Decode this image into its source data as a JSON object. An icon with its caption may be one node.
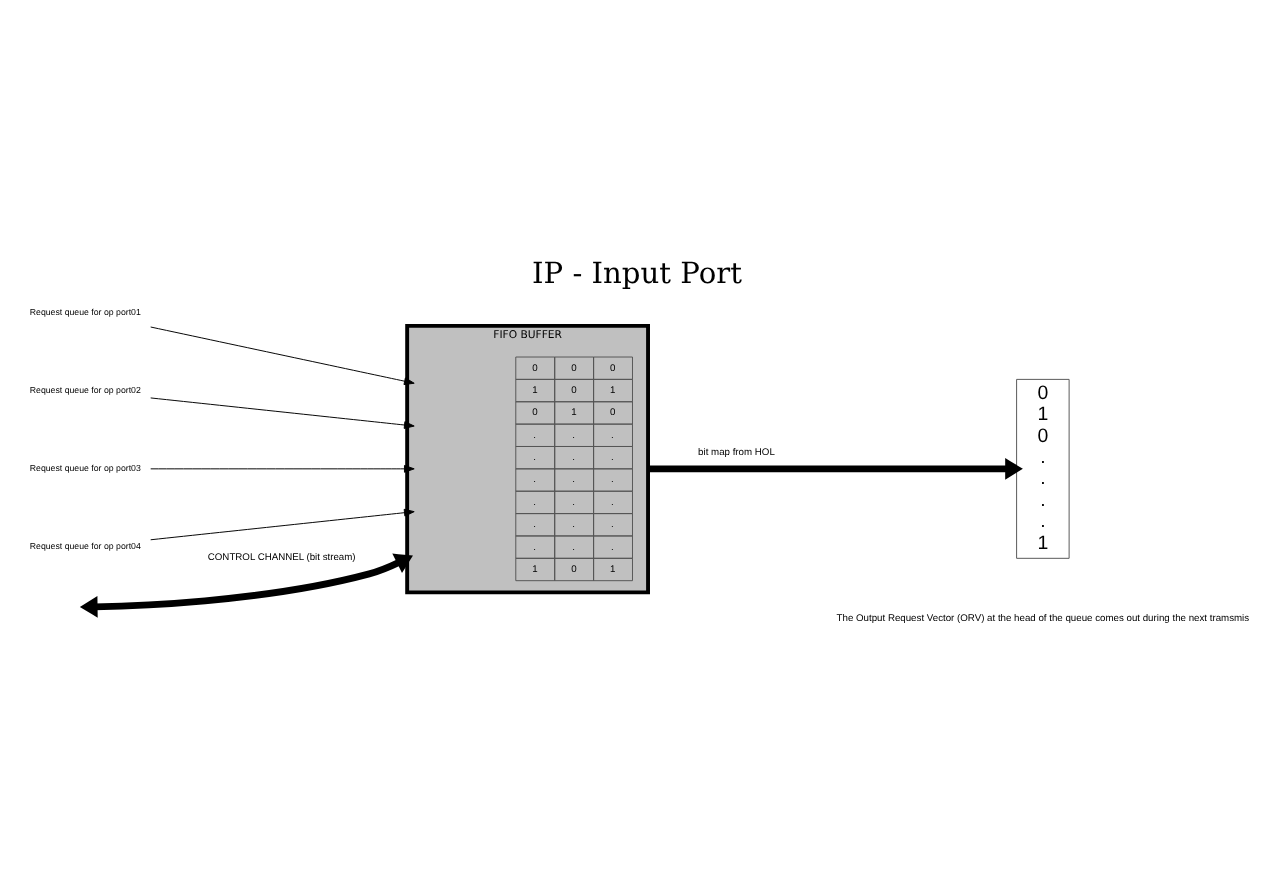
{
  "diagram": {
    "title": "IP - Input Port",
    "caption": "The Output Request Vector (ORV) at the head of the queue comes out during the next tramsmis",
    "nodes": [
      {
        "text": [
          "FIFO BUFFER"
        ]
      },
      {
        "text": [
          "Request queue for op port01"
        ]
      },
      {
        "text": [
          "Request queue for op port02"
        ]
      },
      {
        "text": [
          "Request queue for op port03"
        ]
      },
      {
        "text": [
          "Request queue for op port04"
        ]
      },
      {
        "text": [
          "0",
          "1",
          "0",
          ".",
          ".",
          ".",
          ".",
          "1"
        ]
      }
    ],
    "edges": [
      {
        "from": 1,
        "to": 0,
        "arrow": "to"
      },
      {
        "from": 2,
        "to": 0,
        "arrow": "to"
      },
      {
        "from": 3,
        "to": 0,
        "arrow": "to"
      },
      {
        "from": 4,
        "to": 0,
        "arrow": "to"
      },
      {
        "from": null,
        "to": 0,
        "arrow": "both",
        "label": "CONTROL CHANNEL (bit stream)",
        "style": "thick"
      },
      {
        "from": 0,
        "to": 5,
        "arrow": "to",
        "label": "bit map from HOL",
        "style": "thick"
      }
    ],
    "labels": [
      "0",
      "0",
      "0",
      "1",
      "0",
      "1",
      "0",
      "1",
      "0",
      ".",
      ".",
      ".",
      ".",
      ".",
      ".",
      ".",
      ".",
      ".",
      ".",
      ".",
      ".",
      ".",
      ".",
      ".",
      ".",
      ".",
      ".",
      "1",
      "0",
      "1"
    ]
  }
}
